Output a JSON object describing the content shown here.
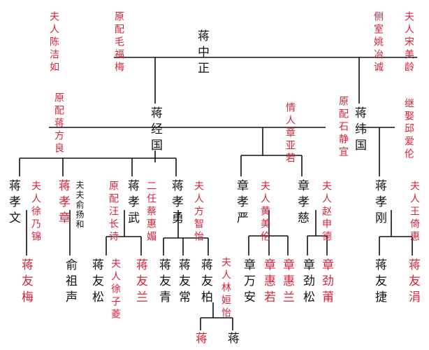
{
  "colors": {
    "line": "#111111",
    "kin": "#111111",
    "spouse": "#d6233a"
  },
  "spouses": {
    "chen_jieru": "夫人陈洁如",
    "mao_fumei": "原配毛福梅",
    "yao_yecheng": "侧室姚冶诚",
    "song_meiling": "夫人宋美龄",
    "jiang_fangliang": "原配蒋方良",
    "zhang_yaruo": "情人章亚若",
    "shi_jingyi": "原配石静宜",
    "qiu_aiyun": "继娶邱爱伦",
    "xu_naijin": "夫人徐乃锦",
    "wang_changshi": "原配汪长诗",
    "cai_huimei": "二任蔡惠媚",
    "fang_zhiyi": "夫人方智怡",
    "huang_meilun": "夫人黄美伦",
    "zhao_shende": "夫人赵申德",
    "wang_qihui": "夫人王倚惠",
    "xu_zilin": "夫人徐子菱",
    "lin_danyi": "夫人林姮怡",
    "fu_yangheng": "夫夫俞扬和"
  },
  "people": {
    "jiang_zhongzheng": "蒋中正",
    "jiang_jingguo": "蒋经国",
    "jiang_weiguo": "蒋纬国",
    "jiang_xiaowen": "蒋孝文",
    "jiang_xiaozhang": "蒋孝章",
    "jiang_xiaowu": "蒋孝武",
    "jiang_xiaoyong": "蒋孝勇",
    "zhang_xiaoyan": "章孝严",
    "zhang_xiaoci": "章孝慈",
    "jiang_xiaogang": "蒋孝刚",
    "jiang_youmei": "蒋友梅",
    "yu_zusheng": "俞祖声",
    "jiang_yousong": "蒋友松",
    "jiang_youlan": "蒋友兰",
    "jiang_youqing": "蒋友青",
    "jiang_youchang": "蒋友常",
    "jiang_youbai": "蒋友柏",
    "zhang_wanan": "章万安",
    "zhang_huiruo": "章惠若",
    "zhang_huilan": "章惠兰",
    "zhang_jinsong": "章劲松",
    "zhang_jinpu": "章劲莆",
    "jiang_youjie": "蒋友捷",
    "jiang_youjuan": "蒋友涓",
    "great_grandchild_1": "蒋",
    "great_grandchild_2": "蒋"
  }
}
